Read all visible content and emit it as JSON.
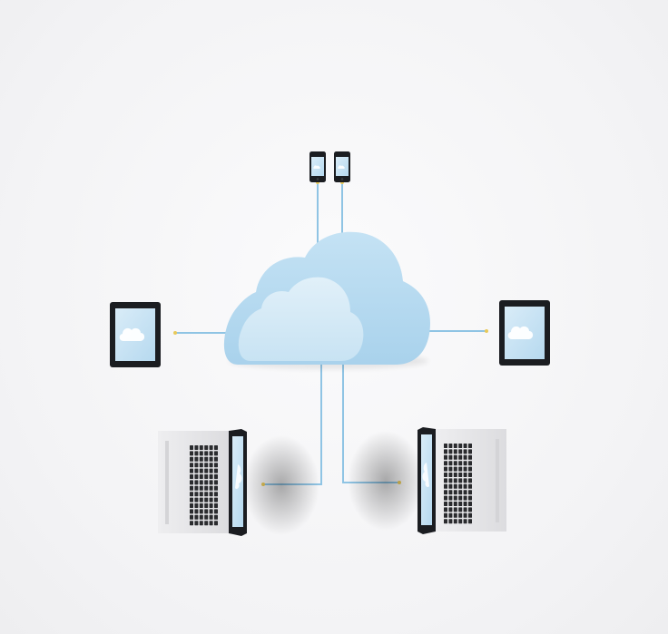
{
  "scene": {
    "subject": "cloud network",
    "colors": {
      "background": "#f4f4f6",
      "cloud_back": "#b9dcf0",
      "cloud_front": "#d6eaf6",
      "wire": "#8fc4e4",
      "wire_node": "#e8c95a",
      "device_body": "#1b1d21",
      "screen": "#cfe6f5",
      "keyboard_key": "#2a2b2e",
      "laptop_shell": "#e7e7e9"
    },
    "devices": [
      {
        "kind": "phone"
      },
      {
        "kind": "phone"
      },
      {
        "kind": "tablet"
      },
      {
        "kind": "tablet"
      },
      {
        "kind": "laptop"
      },
      {
        "kind": "laptop"
      }
    ]
  }
}
